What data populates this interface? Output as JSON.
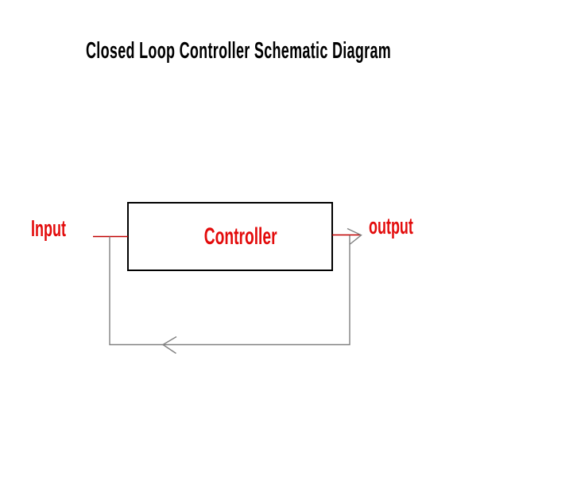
{
  "title": "Closed Loop Controller Schematic Diagram",
  "diagram": {
    "input_label": "Input",
    "controller_label": "Controller",
    "output_label": "output",
    "connections": {
      "input_line": "Input signal into Controller (red)",
      "output_line": "Controller to output (red, gray arrowhead pointing right)",
      "feedback_line": "Feedback loop from output back to input (gray, arrowhead pointing left)"
    }
  },
  "colors": {
    "text-red": "#e30b0b",
    "line-red": "#c00000",
    "line-gray": "#808080",
    "ink-black": "#000000",
    "canvas-bg": "#ffffff"
  }
}
